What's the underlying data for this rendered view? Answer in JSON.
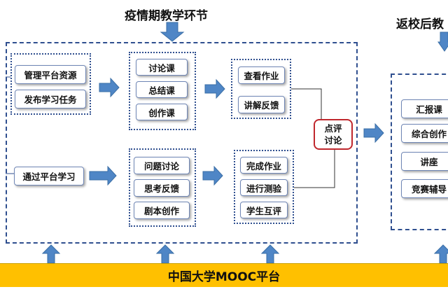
{
  "titles": {
    "epidemic": "疫情期教学环节",
    "back_to_school": "返校后教"
  },
  "pre_class": {
    "items": [
      "管理平台资源",
      "发布学习任务"
    ]
  },
  "self_study": {
    "label": "通过平台学习"
  },
  "course_types": {
    "items": [
      "讨论课",
      "总结课",
      "创作课"
    ]
  },
  "homework": {
    "items": [
      "查看作业",
      "讲解反馈"
    ]
  },
  "discussion_tasks": {
    "items": [
      "问题讨论",
      "思考反馈",
      "剧本创作"
    ]
  },
  "practice": {
    "items": [
      "完成作业",
      "进行测验",
      "学生互评"
    ]
  },
  "review": {
    "line1": "点评",
    "line2": "讨论"
  },
  "after_return": {
    "items": [
      "汇报课",
      "综合创作",
      "讲座",
      "竞赛辅导"
    ]
  },
  "platform": {
    "label": "中国大学MOOC平台"
  },
  "colors": {
    "border": "#2f4f8f",
    "arrow": "#4f86c6",
    "highlight": "#c0272d",
    "platform": "#ffc000"
  }
}
